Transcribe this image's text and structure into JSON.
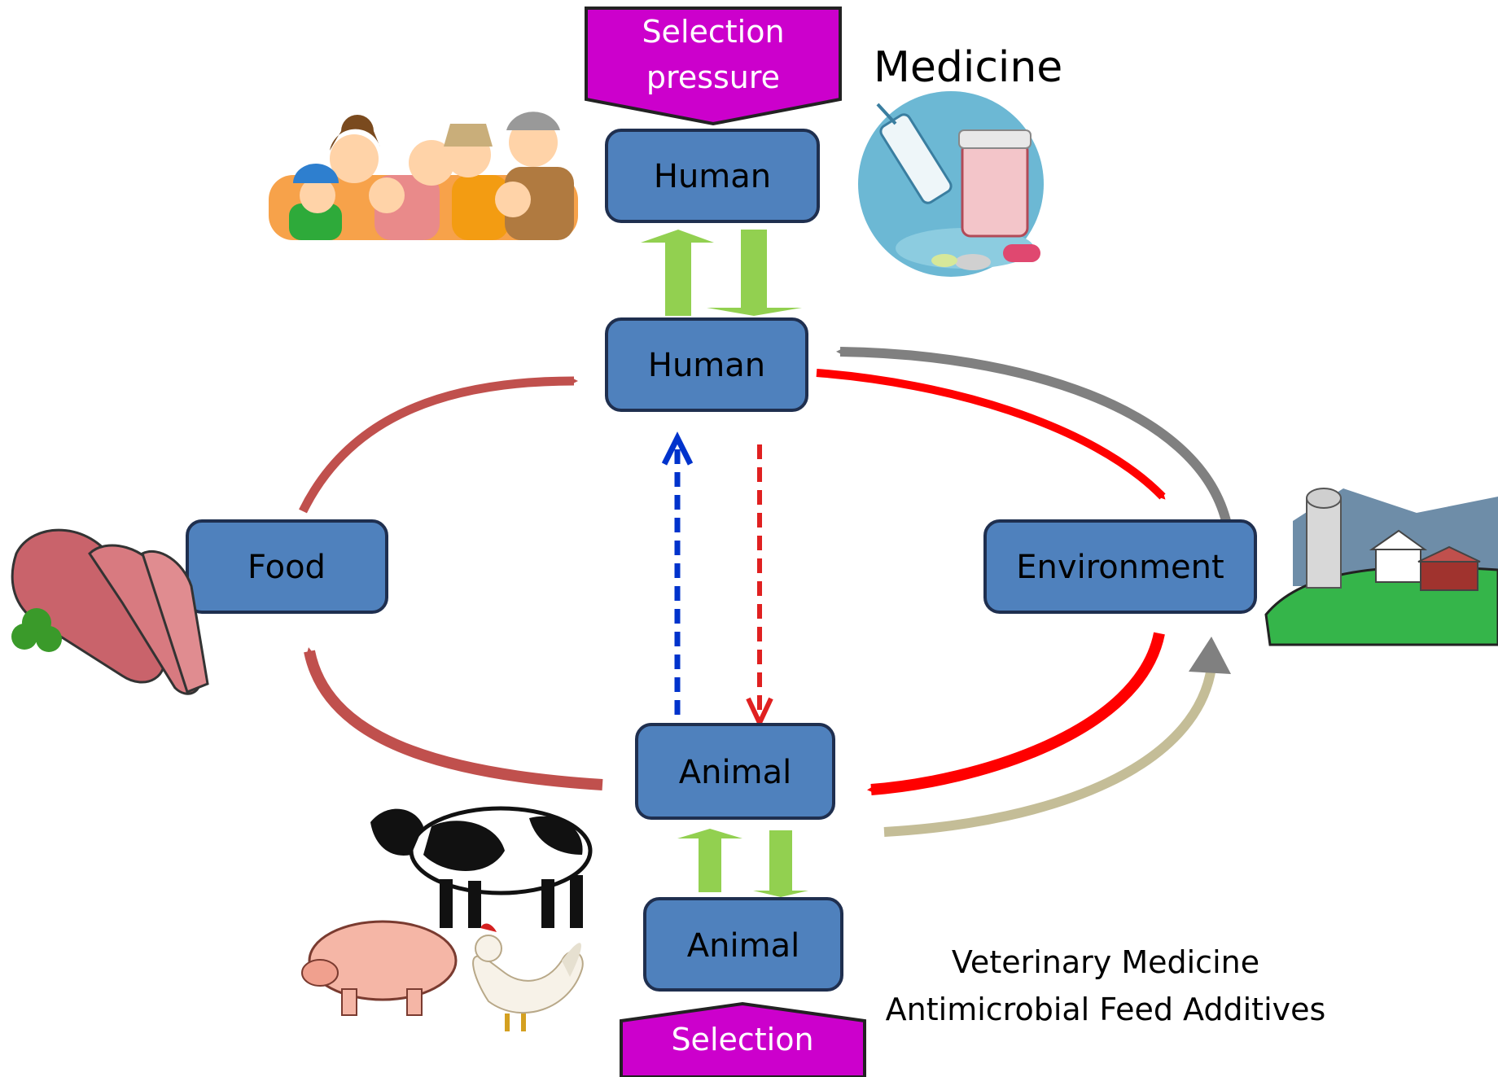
{
  "nodes": {
    "human_top": "Human",
    "human_center": "Human",
    "food": "Food",
    "environment": "Environment",
    "animal_center": "Animal",
    "animal_bottom": "Animal"
  },
  "selection_top": {
    "line1": "Selection",
    "line2": "pressure"
  },
  "selection_bottom": {
    "line1": "Selection"
  },
  "medicine_label": "Medicine",
  "veterinary": {
    "line1": "Veterinary Medicine",
    "line2": "Antimicrobial Feed Additives"
  },
  "colors": {
    "node_fill": "#4f81bd",
    "selection_fill": "#cc00cc",
    "food_arrow": "#c0504d",
    "env_arrow": "#ff0000",
    "gray_arrow": "#808080",
    "tan_arrow": "#c4bd97",
    "green_arrow": "#92d050",
    "blue_dashed": "#0033cc",
    "red_dashed": "#e02020"
  },
  "icons": [
    "family-icon",
    "medicine-icon",
    "meat-icon",
    "farm-icon",
    "cow-icon",
    "pig-icon",
    "rooster-icon"
  ]
}
